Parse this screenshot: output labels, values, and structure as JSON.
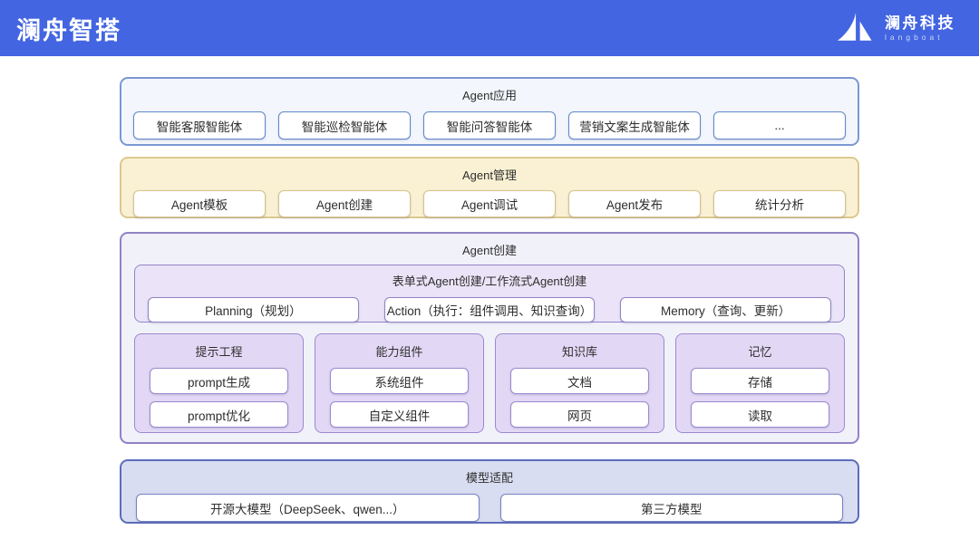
{
  "header": {
    "title": "澜舟智搭",
    "logo": {
      "name": "澜舟科技",
      "sub": "langboat"
    }
  },
  "colors": {
    "header_bg": "#4365e1",
    "app_bg": "#f3f7fd",
    "app_border": "#7b97d3",
    "app_btn_border": "#6186c9",
    "mgmt_bg": "#faf1d4",
    "mgmt_border": "#dcc88f",
    "create_bg": "#f1f1fa",
    "create_border": "#9182c5",
    "inner_bg": "#ebe4f8",
    "col_bg": "#e2d8f5",
    "col_border": "#9c89cf",
    "model_bg": "#d9ddf1",
    "model_border": "#5c6db9",
    "text": "#2e2e2e"
  },
  "agent_app": {
    "title": "Agent应用",
    "items": [
      "智能客服智能体",
      "智能巡检智能体",
      "智能问答智能体",
      "营销文案生成智能体",
      "..."
    ]
  },
  "agent_mgmt": {
    "title": "Agent管理",
    "items": [
      "Agent模板",
      "Agent创建",
      "Agent调试",
      "Agent发布",
      "统计分析"
    ]
  },
  "agent_create": {
    "title": "Agent创建",
    "form_flow": {
      "title": "表单式Agent创建/工作流式Agent创建",
      "items": [
        "Planning（规划）",
        "Action（执行：组件调用、知识查询）",
        "Memory（查询、更新）"
      ]
    },
    "columns": [
      {
        "title": "提示工程",
        "items": [
          "prompt生成",
          "prompt优化"
        ]
      },
      {
        "title": "能力组件",
        "items": [
          "系统组件",
          "自定义组件"
        ]
      },
      {
        "title": "知识库",
        "items": [
          "文档",
          "网页"
        ]
      },
      {
        "title": "记忆",
        "items": [
          "存储",
          "读取"
        ]
      }
    ]
  },
  "model_adapt": {
    "title": "模型适配",
    "items": [
      "开源大模型（DeepSeek、qwen...）",
      "第三方模型"
    ]
  }
}
